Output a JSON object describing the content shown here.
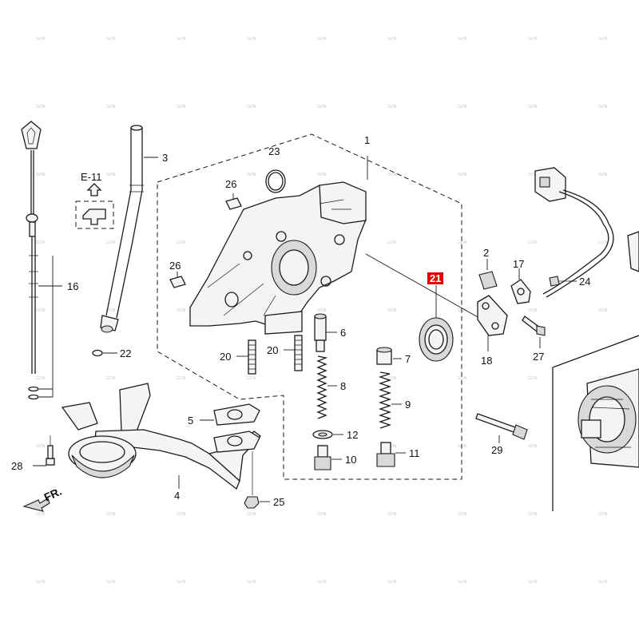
{
  "callouts": {
    "p1": "1",
    "p2": "2",
    "p3": "3",
    "p4": "4",
    "p5": "5",
    "p6": "6",
    "p7": "7",
    "p8": "8",
    "p9": "9",
    "p10": "10",
    "p11": "11",
    "p12": "12",
    "p16": "16",
    "p17": "17",
    "p18": "18",
    "p20a": "20",
    "p20b": "20",
    "p21": "21",
    "p22": "22",
    "p23": "23",
    "p24": "24",
    "p25": "25",
    "p26a": "26",
    "p26b": "26",
    "p27": "27",
    "p28": "28",
    "p29": "29"
  },
  "reference": {
    "label": "E-11"
  },
  "direction": {
    "label": "FR."
  },
  "watermark": {
    "text": "GON"
  },
  "colors": {
    "highlight": "#e00000",
    "line": "#1a1a1a"
  }
}
